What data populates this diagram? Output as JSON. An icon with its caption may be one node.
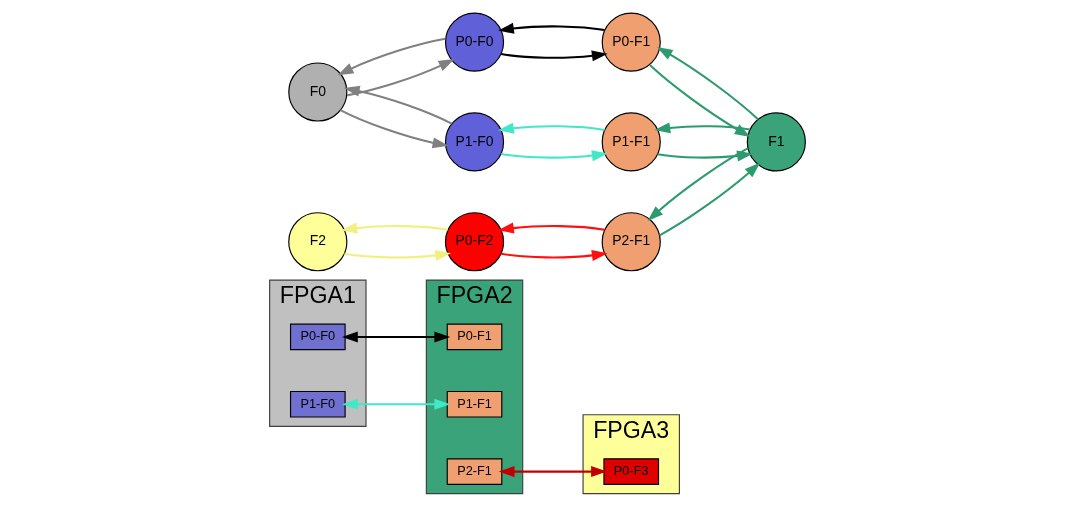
{
  "diagram": {
    "nodes": [
      {
        "text": [
          "FPGA1"
        ]
      },
      {
        "text": [
          "P0-F0"
        ],
        "in": 0
      },
      {
        "text": [
          "P1-F0"
        ],
        "in": 0
      },
      {
        "text": [
          "FPGA2"
        ]
      },
      {
        "text": [
          "P0-F1"
        ],
        "in": 3
      },
      {
        "text": [
          "P1-F1"
        ],
        "in": 3
      },
      {
        "text": [
          "P2-F1"
        ],
        "in": 3
      },
      {
        "text": [
          "FPGA3"
        ]
      },
      {
        "text": [
          "P0-F3"
        ],
        "in": 7
      },
      {
        "text": [
          "F0"
        ]
      },
      {
        "text": [
          "P0-F0"
        ]
      },
      {
        "text": [
          "P0-F1"
        ]
      },
      {
        "text": [
          "P1-F0"
        ]
      },
      {
        "text": [
          "P1-F1"
        ]
      },
      {
        "text": [
          "F1"
        ]
      },
      {
        "text": [
          "P0-F2"
        ]
      },
      {
        "text": [
          "P2-F1"
        ]
      },
      {
        "text": [
          "F2"
        ]
      }
    ],
    "edges": [
      {
        "from": 1,
        "to": 4,
        "arrow": "both",
        "color": "#000000"
      },
      {
        "from": 2,
        "to": 5,
        "arrow": "both",
        "color": "#40e8c8"
      },
      {
        "from": 6,
        "to": 8,
        "arrow": "both",
        "color": "#c00000"
      },
      {
        "from": 9,
        "to": 10,
        "arrow": "to",
        "color": "#808080"
      },
      {
        "from": 10,
        "to": 9,
        "arrow": "to",
        "color": "#808080"
      },
      {
        "from": 9,
        "to": 12,
        "arrow": "to",
        "color": "#808080"
      },
      {
        "from": 12,
        "to": 9,
        "arrow": "to",
        "color": "#808080"
      },
      {
        "from": 10,
        "to": 11,
        "arrow": "to",
        "color": "#000000"
      },
      {
        "from": 11,
        "to": 10,
        "arrow": "to",
        "color": "#000000"
      },
      {
        "from": 13,
        "to": 12,
        "arrow": "to",
        "color": "#40e8c8"
      },
      {
        "from": 12,
        "to": 13,
        "arrow": "to",
        "color": "#40e8c8"
      },
      {
        "from": 11,
        "to": 14,
        "arrow": "to",
        "color": "#2e9a70"
      },
      {
        "from": 14,
        "to": 11,
        "arrow": "to",
        "color": "#2e9a70"
      },
      {
        "from": 14,
        "to": 13,
        "arrow": "to",
        "color": "#2e9a70"
      },
      {
        "from": 13,
        "to": 14,
        "arrow": "to",
        "color": "#2e9a70"
      },
      {
        "from": 14,
        "to": 16,
        "arrow": "to",
        "color": "#2e9a70"
      },
      {
        "from": 16,
        "to": 14,
        "arrow": "to",
        "color": "#2e9a70"
      },
      {
        "from": 15,
        "to": 16,
        "arrow": "to",
        "color": "#ff1010"
      },
      {
        "from": 16,
        "to": 15,
        "arrow": "to",
        "color": "#ff1010"
      },
      {
        "from": 17,
        "to": 15,
        "arrow": "to",
        "color": "#f0f080"
      },
      {
        "from": 15,
        "to": 17,
        "arrow": "to",
        "color": "#f0f080"
      }
    ]
  }
}
